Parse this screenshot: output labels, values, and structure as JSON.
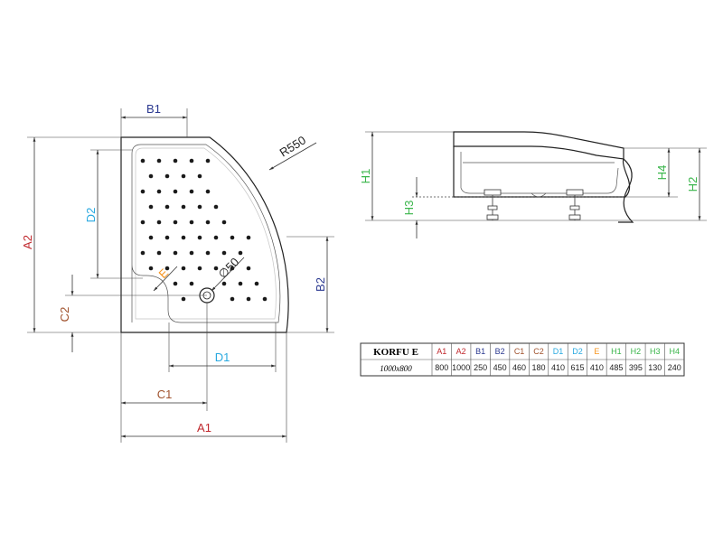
{
  "labels": {
    "A1": "A1",
    "A2": "A2",
    "B1": "B1",
    "B2": "B2",
    "C1": "C1",
    "C2": "C2",
    "D1": "D1",
    "D2": "D2",
    "E": "E",
    "H1": "H1",
    "H2": "H2",
    "H3": "H3",
    "H4": "H4",
    "radius": "R550",
    "drain": "∅50"
  },
  "colors": {
    "A": "#c0282d",
    "B": "#2b3990",
    "C": "#a0522d",
    "D": "#29a9e0",
    "E": "#f7941d",
    "H": "#39b54a",
    "line": "#222222"
  },
  "table": {
    "model": "KORFU E",
    "size": "1000x800",
    "headers": [
      "A1",
      "A2",
      "B1",
      "B2",
      "C1",
      "C2",
      "D1",
      "D2",
      "E",
      "H1",
      "H2",
      "H3",
      "H4"
    ],
    "values": [
      "800",
      "1000",
      "250",
      "450",
      "460",
      "180",
      "410",
      "615",
      "410",
      "485",
      "395",
      "130",
      "240"
    ]
  }
}
